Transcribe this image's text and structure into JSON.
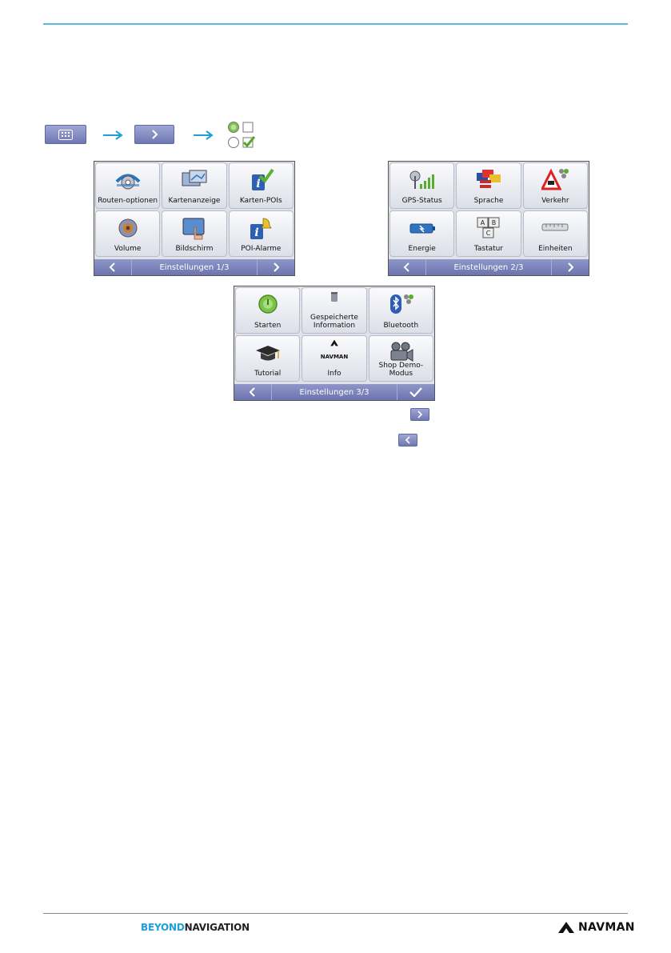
{
  "footer": {
    "brand_beyond": "BEYOND",
    "brand_navigation": "NAVIGATION",
    "brand_navman": "NAVMAN"
  },
  "nav_strip": {
    "icons": [
      "menu-grid-icon",
      "arrow-right-icon",
      "chevron-right-icon",
      "arrow-right-icon",
      "options-radio-check-icon"
    ]
  },
  "screen1": {
    "tiles": [
      {
        "label": "Routen-optionen",
        "icon": "route-options-icon"
      },
      {
        "label": "Kartenanzeige",
        "icon": "map-display-icon"
      },
      {
        "label": "Karten-POIs",
        "icon": "map-pois-icon"
      },
      {
        "label": "Volume",
        "icon": "volume-icon"
      },
      {
        "label": "Bildschirm",
        "icon": "screen-touch-icon"
      },
      {
        "label": "POI-Alarme",
        "icon": "poi-alarm-icon"
      }
    ],
    "bar_title": "Einstellungen 1/3"
  },
  "screen2": {
    "tiles": [
      {
        "label": "GPS-Status",
        "icon": "gps-status-icon"
      },
      {
        "label": "Sprache",
        "icon": "language-flags-icon"
      },
      {
        "label": "Verkehr",
        "icon": "traffic-icon"
      },
      {
        "label": "Energie",
        "icon": "battery-icon"
      },
      {
        "label": "Tastatur",
        "icon": "keyboard-abc-icon"
      },
      {
        "label": "Einheiten",
        "icon": "ruler-icon"
      }
    ],
    "bar_title": "Einstellungen 2/3"
  },
  "screen3": {
    "tiles": [
      {
        "label": "Starten",
        "icon": "start-power-icon"
      },
      {
        "label": "Gespeicherte Information",
        "icon": "trash-icon"
      },
      {
        "label": "Bluetooth",
        "icon": "bluetooth-icon"
      },
      {
        "label": "Tutorial",
        "icon": "graduation-cap-icon"
      },
      {
        "label": "Info",
        "icon": "navman-logo-icon",
        "logo_text": "NAVMAN"
      },
      {
        "label": "Shop Demo-Modus",
        "icon": "video-camera-icon"
      }
    ],
    "bar_title": "Einstellungen 3/3"
  },
  "inline_buttons": [
    "chevron-right-icon",
    "chevron-left-icon"
  ],
  "colors": {
    "accent_blue": "#1da0d8",
    "bar_blue": "#7c84bd",
    "rule_blue": "#5fb6df"
  }
}
